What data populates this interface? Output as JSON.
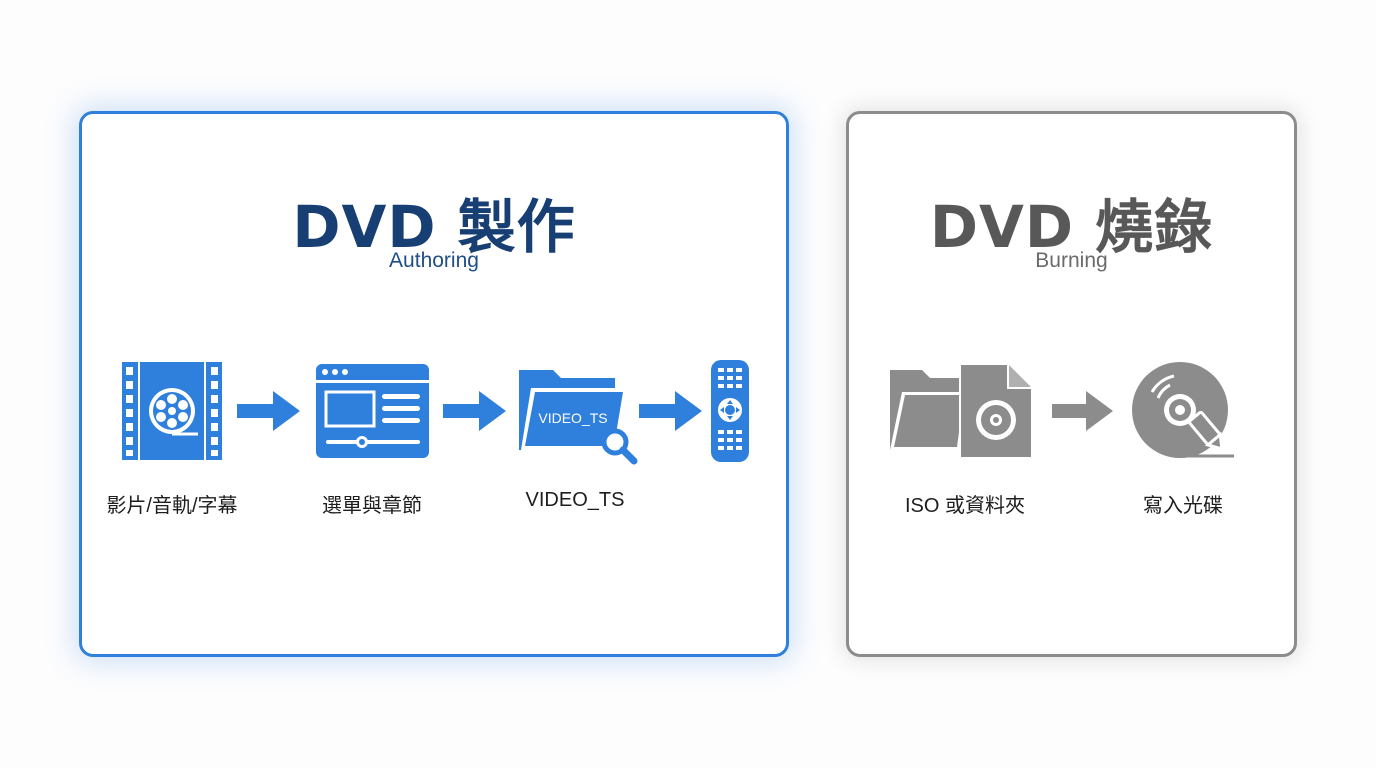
{
  "authoring": {
    "title": "DVD 製作",
    "subtitle": "Authoring",
    "steps": [
      {
        "label": "影片/音軌/字幕",
        "icon": "film-reel-icon"
      },
      {
        "label": "選單與章節",
        "icon": "menu-window-icon"
      },
      {
        "label": "VIDEO_TS",
        "icon": "folder-search-icon",
        "folder_text": "VIDEO_TS"
      },
      {
        "icon": "remote-control-icon"
      }
    ],
    "color": "#2f7fdc"
  },
  "burning": {
    "title": "DVD 燒錄",
    "subtitle": "Burning",
    "steps": [
      {
        "label": "ISO 或資料夾",
        "icon": "folder-disc-file-icon"
      },
      {
        "label": "寫入光碟",
        "icon": "disc-burn-icon"
      }
    ],
    "color": "#8c8c8c"
  }
}
